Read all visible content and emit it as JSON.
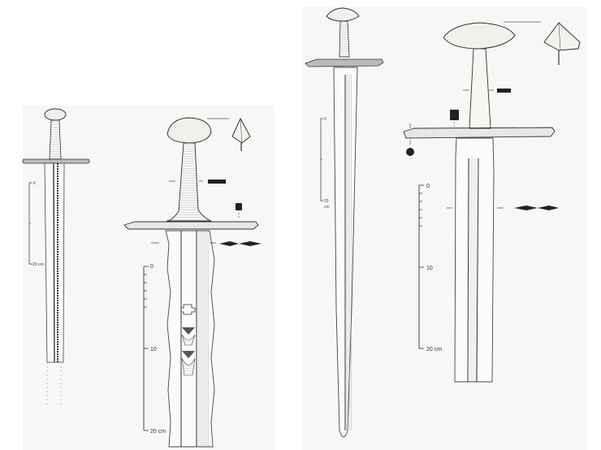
{
  "figure": {
    "description": "Archaeological line drawings of two medieval swords, each shown whole (small) and enlarged hilt/blade detail with cross-section markers and cm scale bars",
    "colors": {
      "background": "#ffffff",
      "panel": "#f7f7f5",
      "ink": "#2a2a2a",
      "fill_light": "#e8e8e4"
    }
  },
  "sword_a": {
    "overview": {
      "scale_bar": {
        "top_label": "0",
        "bottom_label": "20 cm"
      }
    },
    "detail": {
      "scale_bar": {
        "labels": [
          "0",
          "10",
          "20 cm"
        ]
      },
      "pommel_view": "triangular-pommel-side-view",
      "section_markers": [
        "grip-section-rectangle",
        "crossguard-section-square",
        "blade-section-lenticular"
      ],
      "inlay_marks": [
        "cross-inlay",
        "triangle-inlay-1",
        "triangle-inlay-2"
      ]
    }
  },
  "sword_b": {
    "overview": {
      "scale_bar": {
        "top_label": "0",
        "bottom_label": "20",
        "unit": "cm"
      }
    },
    "detail": {
      "scale_bar": {
        "labels": [
          "0",
          "10",
          "20 cm"
        ]
      },
      "pommel_view": "tea-cosy-pommel-side-view",
      "section_markers": [
        "grip-section-rectangle",
        "crossguard-section-square",
        "crossguard-section-round",
        "blade-section-lenticular"
      ]
    }
  }
}
